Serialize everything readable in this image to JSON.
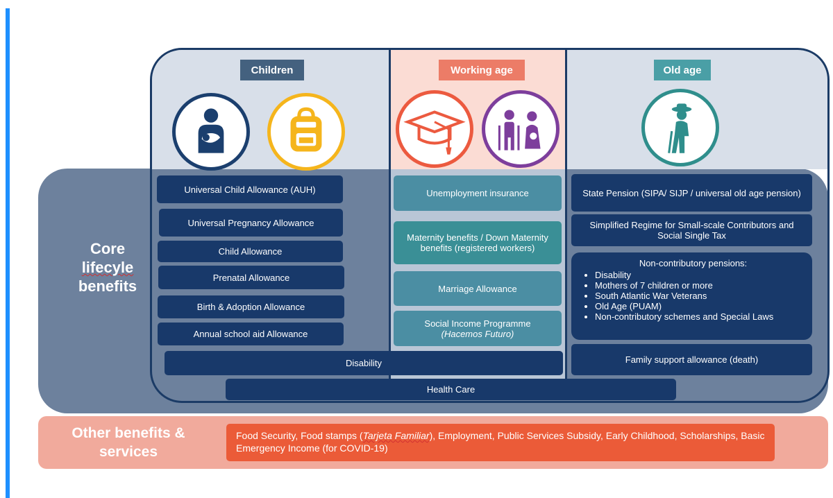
{
  "columns": {
    "children": "Children",
    "working": "Working age",
    "old": "Old age"
  },
  "icons": [
    "mother-baby-icon",
    "backpack-icon",
    "graduation-cap-icon",
    "disability-icon",
    "elderly-person-icon"
  ],
  "colors": {
    "navy": "#18396a",
    "teal": "#4b8ea3",
    "core_band": "#6d819d",
    "other_band": "#f1aa9c",
    "other_box": "#eb5b38",
    "children_header": "#44617f",
    "working_header": "#ec7c67",
    "old_header": "#4a9fa6"
  },
  "core": {
    "label_line1": "Core",
    "label_line2": "lifecyle",
    "label_line3": "benefits"
  },
  "children_benefits": [
    "Universal Child Allowance (AUH)",
    "Universal Pregnancy Allowance",
    "Child Allowance",
    "Prenatal Allowance",
    "Birth & Adoption Allowance",
    "Annual school aid Allowance"
  ],
  "working_benefits": {
    "unemployment": "Unemployment insurance",
    "maternity": "Maternity benefits / Down Maternity benefits (registered workers)",
    "marriage": "Marriage Allowance",
    "social_income": "Social Income Programme",
    "social_income_sub": "(Hacemos Futuro)"
  },
  "old_benefits": {
    "state_pension": "State Pension (SIPA/ SIJP / universal old age pension)",
    "simplified": "Simplified Regime for Small-scale Contributors and Social Single Tax",
    "noncontrib_title": "Non-contributory pensions:",
    "noncontrib_items": [
      "Disability",
      "Mothers of 7 children or more",
      "South Atlantic War Veterans",
      "Old Age (PUAM)",
      "Non-contributory schemes and Special Laws"
    ],
    "family_support": "Family support allowance (death)"
  },
  "cross": {
    "disability": "Disability",
    "health_care": "Health Care"
  },
  "other": {
    "label_line1": "Other benefits &",
    "label_line2": "services",
    "text_pre": "Food Security, Food stamps (",
    "text_italic": "Tarjeta Familiar",
    "text_post": "), Employment, Public Services Subsidy, Early Childhood, Scholarships, Basic Emergency Income (for COVID-19)"
  }
}
